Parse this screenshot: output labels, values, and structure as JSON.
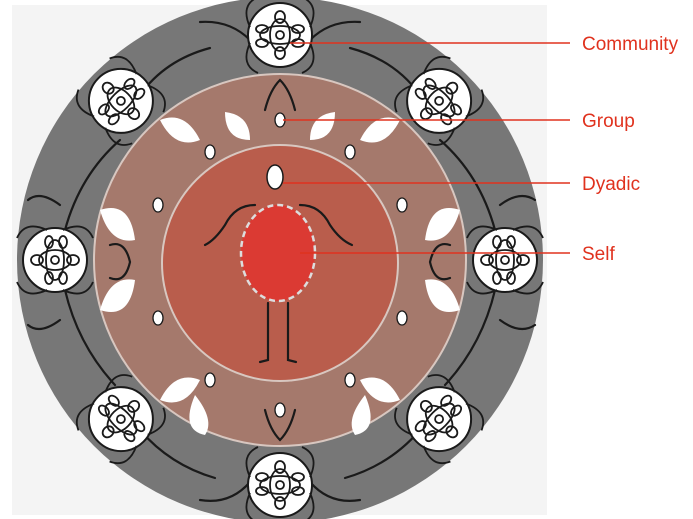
{
  "diagram": {
    "labels": [
      {
        "id": "community",
        "text": "Community"
      },
      {
        "id": "group",
        "text": "Group"
      },
      {
        "id": "dyadic",
        "text": "Dyadic"
      },
      {
        "id": "self",
        "text": "Self"
      }
    ],
    "colors": {
      "background_panel": "#f4f4f4",
      "community_ring": "#777777",
      "group_ring": "#a5796c",
      "dyadic_disc": "#b95d4c",
      "self_figure": "#db3a33",
      "label_text": "#e0321e"
    },
    "figure_icon": "person-silhouette-icon",
    "motif_icon": "turtle-motif-icon"
  }
}
